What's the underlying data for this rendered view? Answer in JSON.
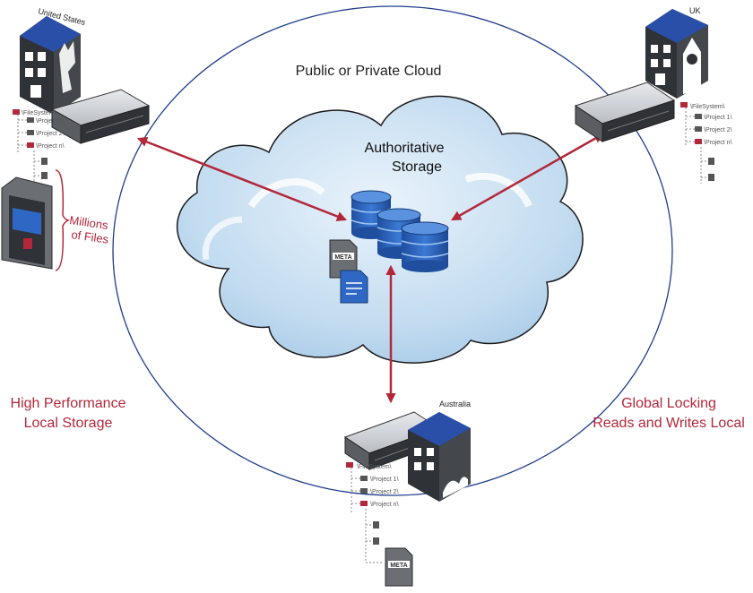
{
  "labels": {
    "cloud_title": "Public or Private Cloud",
    "authoritative_line1": "Authoritative",
    "authoritative_line2": "Storage",
    "millions_line1": "Millions",
    "millions_line2": "of Files",
    "high_perf_line1": "High Performance",
    "high_perf_line2": "Local Storage",
    "global_line1": "Global Locking",
    "global_line2": "Reads and Writes Local"
  },
  "sites": {
    "us": "United States",
    "uk": "UK",
    "au": "Australia"
  },
  "tree_us": [
    "\\FileSystem\\",
    "\\Project 1\\",
    "\\Project 2\\",
    "\\Project n\\"
  ],
  "tree_uk": [
    "\\FileSystem\\",
    "\\Project 1\\",
    "\\Project 2\\",
    "\\Project n\\"
  ],
  "tree_au": [
    "\\FileSystem\\",
    "\\Project 1\\",
    "\\Project 2\\",
    "\\Project n\\"
  ],
  "meta_label": "META",
  "colors": {
    "accent_red": "#b3273a",
    "ellipse_blue": "#1f3d8c",
    "building_dark": "#2f3236",
    "building_roof": "#2a4fa8",
    "db_blue": "#2f68c4",
    "cloud_light": "#dcebf7",
    "cloud_mid": "#b9d6ee"
  }
}
